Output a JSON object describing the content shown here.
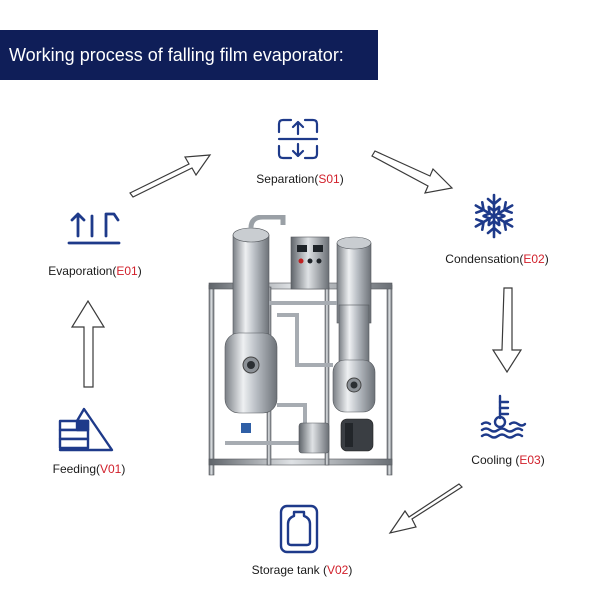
{
  "title": "Working process of falling film evaporator:",
  "colors": {
    "banner": "#0f1e58",
    "icon": "#1e3a8a",
    "code": "#d11f2a"
  },
  "steps": [
    {
      "id": "separation",
      "name": "Separation(",
      "code": "S01",
      "close": ")",
      "icon": "separation-icon"
    },
    {
      "id": "condensation",
      "name": "Condensation(",
      "code": "E02",
      "close": ")",
      "icon": "snowflake-icon"
    },
    {
      "id": "cooling",
      "name": "Cooling (",
      "code": "E03",
      "close": ")",
      "icon": "thermometer-water-icon"
    },
    {
      "id": "storage",
      "name": "Storage tank (",
      "code": "V02",
      "close": ")",
      "icon": "storage-tank-icon"
    },
    {
      "id": "feeding",
      "name": "Feeding(",
      "code": "V01",
      "close": ")",
      "icon": "feeding-icon"
    },
    {
      "id": "evaporation",
      "name": "Evaporation(",
      "code": "E01",
      "close": ")",
      "icon": "evaporation-icon"
    }
  ]
}
